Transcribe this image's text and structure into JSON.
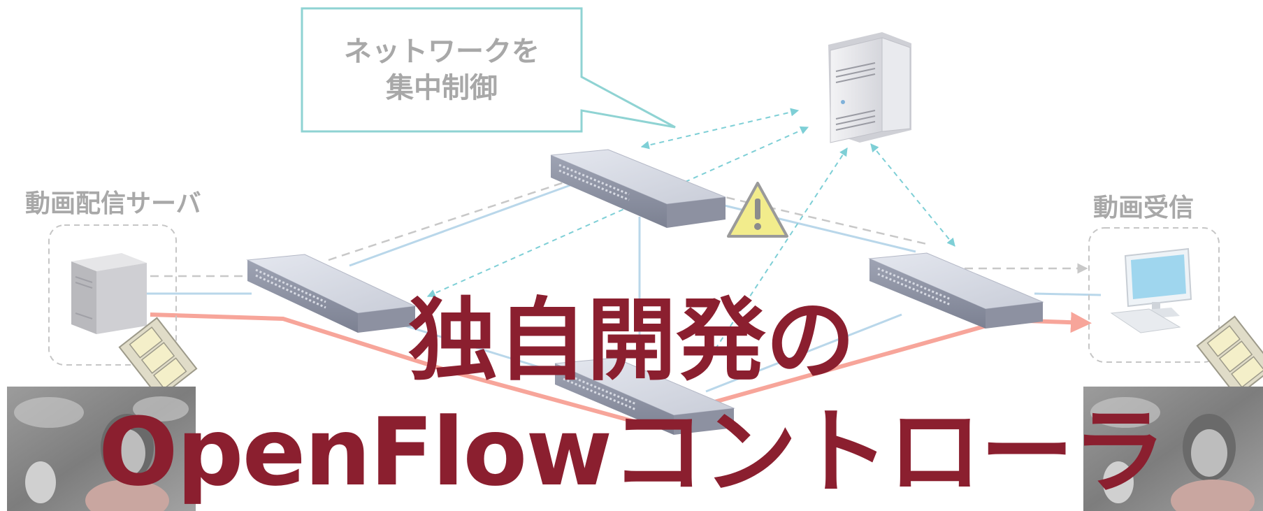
{
  "callout": {
    "line1": "ネットワークを",
    "line2": "集中制御"
  },
  "labels": {
    "video_server": "動画配信サーバ",
    "video_receiver": "動画受信"
  },
  "title": {
    "line1": "独自開発の",
    "line2": "OpenFlowコントローラ"
  },
  "icons": [
    "controller-server-icon",
    "switch-icon",
    "warning-icon",
    "video-server-icon",
    "client-pc-icon",
    "film-icon",
    "video-frame"
  ],
  "colors": {
    "title": "#8b1f2f",
    "label": "#a8a8a8",
    "callout_border": "#8fd3d3",
    "control_link": "#7ecfd6",
    "physical_link": "#b9d7ea",
    "video_path": "#f7a59a",
    "dashed_flow": "#c8c8c8"
  }
}
